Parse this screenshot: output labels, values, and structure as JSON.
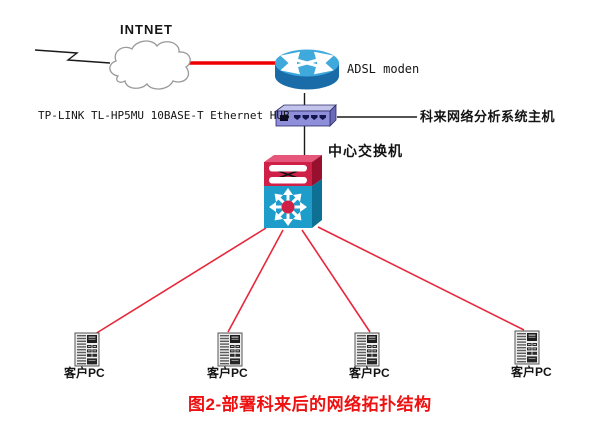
{
  "diagram": {
    "internet_label": "INTNET",
    "modem_label": "ADSL moden",
    "hub_label": "TP-LINK TL-HP5MU 10BASE-T Ethernet HUB",
    "analyzer_label": "科来网络分析系统主机",
    "switch_label": "中心交换机",
    "clients": [
      {
        "label": "客户PC"
      },
      {
        "label": "客户PC"
      },
      {
        "label": "客户PC"
      },
      {
        "label": "客户PC"
      }
    ],
    "caption": "图2-部署科来后的网络拓扑结构",
    "colors": {
      "link_red": "#ee0000",
      "fan_red": "#e8273b",
      "line_black": "#1a1a1a",
      "cloud_stroke": "#999999",
      "router_top": "#3fa9dc",
      "router_body": "#1a6ca8",
      "hub_front": "#8e8edb",
      "hub_top": "#c3c3ec",
      "hub_side": "#6a6ab8",
      "switch_red_front": "#cf2148",
      "switch_red_top": "#e6567b",
      "switch_red_side": "#97112f",
      "switch_teal_front": "#1e9dcb",
      "switch_teal_side": "#0e7092",
      "caption_red": "#ee1111"
    }
  }
}
